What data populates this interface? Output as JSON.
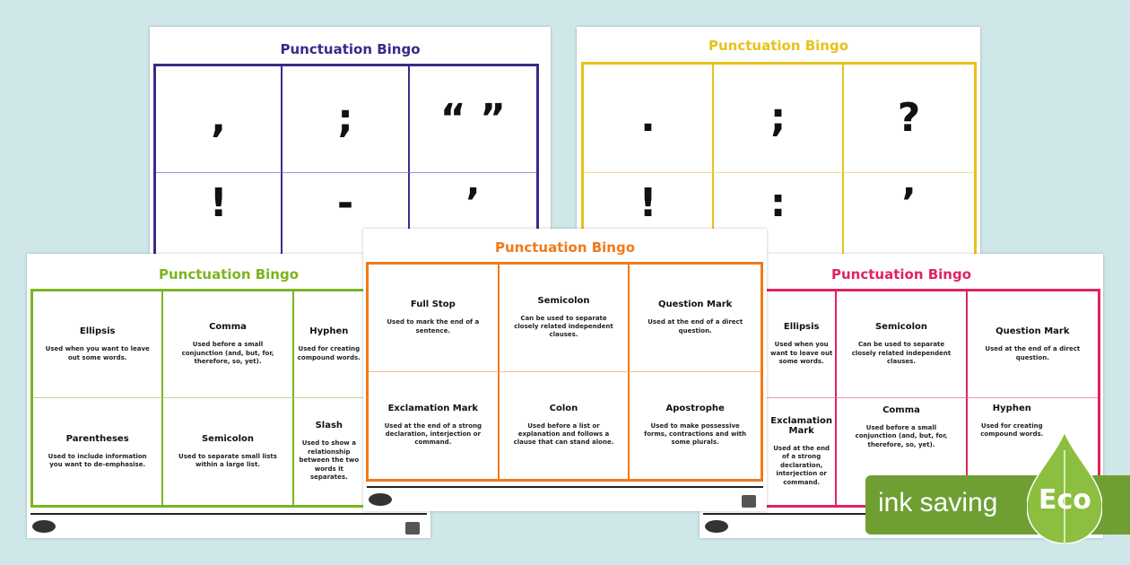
{
  "sheets": [
    {
      "id": "purple",
      "title": "Punctuation Bingo",
      "color": "#3b2a8a",
      "kind": "symbols",
      "cells": [
        {
          "s": ","
        },
        {
          "s": ";"
        },
        {
          "s": "“ ”"
        },
        {
          "s": "!"
        },
        {
          "s": "-"
        },
        {
          "s": "’"
        }
      ]
    },
    {
      "id": "yellow",
      "title": "Punctuation Bingo",
      "color": "#e8c21a",
      "kind": "symbols",
      "cells": [
        {
          "s": "."
        },
        {
          "s": ";"
        },
        {
          "s": "?"
        },
        {
          "s": "!"
        },
        {
          "s": ":"
        },
        {
          "s": "’"
        }
      ]
    },
    {
      "id": "green",
      "title": "Punctuation Bingo",
      "color": "#7cb51f",
      "kind": "defs",
      "cells": [
        {
          "n": "Ellipsis",
          "d": "Used when you want to leave out some words."
        },
        {
          "n": "Comma",
          "d": "Used before a small conjunction (and, but, for, therefore, so, yet)."
        },
        {
          "n": "Hyphen",
          "d": "Used for creating compound words."
        },
        {
          "n": "Parentheses",
          "d": "Used to include information you want to de-emphasise."
        },
        {
          "n": "Semicolon",
          "d": "Used to separate small lists within a large list."
        },
        {
          "n": "Slash",
          "d": "Used to show a relationship between the two words it separates."
        }
      ]
    },
    {
      "id": "pink",
      "title": "Punctuation Bingo",
      "color": "#e0245e",
      "kind": "defs",
      "cells": [
        {
          "n": "Ellipsis",
          "d": "Used when you want to leave out some words."
        },
        {
          "n": "Semicolon",
          "d": "Can be used to separate closely related independent clauses."
        },
        {
          "n": "Question Mark",
          "d": "Used at the end of a direct question."
        },
        {
          "n": "Exclamation Mark",
          "d": "Used at the end of a strong declaration, interjection or command."
        },
        {
          "n": "Comma",
          "d": "Used before a small conjunction (and, but, for, therefore, so, yet)."
        },
        {
          "n": "Hyphen",
          "d": "Used for creating compound words."
        }
      ]
    },
    {
      "id": "orange",
      "title": "Punctuation Bingo",
      "color": "#f07a1a",
      "kind": "defs",
      "cells": [
        {
          "n": "Full Stop",
          "d": "Used to mark the end of a sentence."
        },
        {
          "n": "Semicolon",
          "d": "Can be used to separate closely related independent clauses."
        },
        {
          "n": "Question Mark",
          "d": "Used at the end of a direct question."
        },
        {
          "n": "Exclamation Mark",
          "d": "Used at the end of a strong declaration, interjection or command."
        },
        {
          "n": "Colon",
          "d": "Used before a list or explanation and follows a clause that can stand alone."
        },
        {
          "n": "Apostrophe",
          "d": "Used to make possessive forms, contractions and with some plurals."
        }
      ]
    }
  ],
  "badge": {
    "text": "ink saving",
    "label": "Eco",
    "color": "#6f9e33"
  }
}
